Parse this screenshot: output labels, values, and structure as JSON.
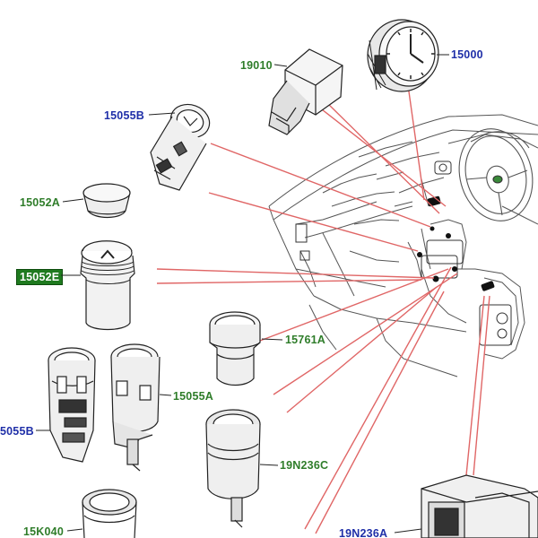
{
  "labels": {
    "p15000": "15000",
    "p19010": "19010",
    "p15055B_top": "15055B",
    "p15052A": "15052A",
    "p15052E": "15052E",
    "p15761A": "15761A",
    "p15055A": "15055A",
    "p5055B_left": "5055B",
    "p19N236C": "19N236C",
    "p15K040": "15K040",
    "p19N236A": "19N236A"
  },
  "colors": {
    "leader_lines": "#e06666",
    "part_number_blue": "#1f2fa8",
    "part_number_green": "#2f7d2a",
    "highlight_box": "#1f7a1f"
  }
}
